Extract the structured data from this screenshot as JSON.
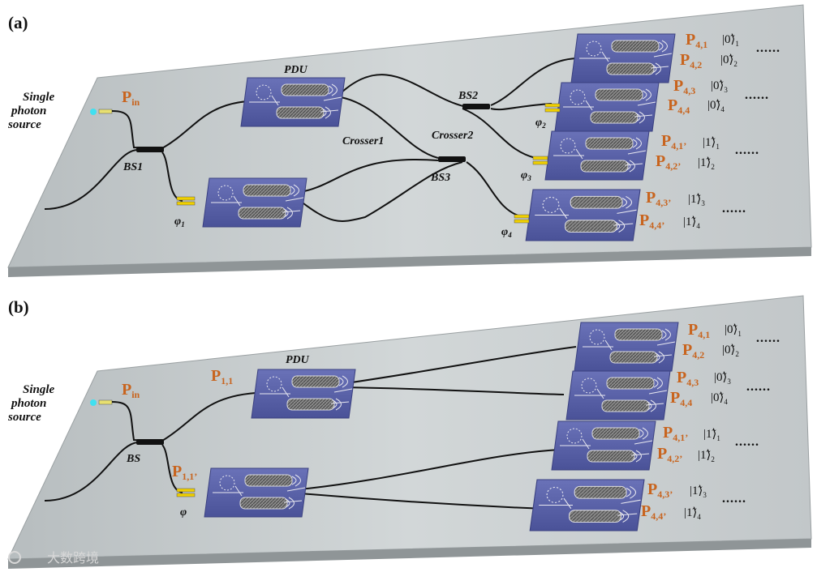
{
  "panel_a": {
    "label": "(a)",
    "source_line1": "Single",
    "source_line2": "photon",
    "source_line3": "source",
    "pin_main": "P",
    "pin_sub": "in",
    "pdu_label": "PDU",
    "bs1": "BS1",
    "bs2": "BS2",
    "bs3": "BS3",
    "crosser1": "Crosser1",
    "crosser2": "Crosser2",
    "phi1": "φ",
    "phi1_sub": "1",
    "phi2": "φ",
    "phi2_sub": "2",
    "phi3": "φ",
    "phi3_sub": "3",
    "phi4": "φ",
    "phi4_sub": "4",
    "outputs": [
      {
        "p": "P",
        "sub": "4,1",
        "ket": "|0̃⟩",
        "ket_sub": "1"
      },
      {
        "p": "P",
        "sub": "4,2",
        "ket": "|0̃⟩",
        "ket_sub": "2"
      },
      {
        "p": "P",
        "sub": "4,3",
        "ket": "|0̃⟩",
        "ket_sub": "3"
      },
      {
        "p": "P",
        "sub": "4,4",
        "ket": "|0̃⟩",
        "ket_sub": "4"
      },
      {
        "p": "P",
        "sub": "4,1’",
        "ket": "|1̃⟩",
        "ket_sub": "1"
      },
      {
        "p": "P",
        "sub": "4,2’",
        "ket": "|1̃⟩",
        "ket_sub": "2"
      },
      {
        "p": "P",
        "sub": "4,3’",
        "ket": "|1̃⟩",
        "ket_sub": "3"
      },
      {
        "p": "P",
        "sub": "4,4’",
        "ket": "|1̃⟩",
        "ket_sub": "4"
      }
    ],
    "dots": "......"
  },
  "panel_b": {
    "label": "(b)",
    "source_line1": "Single",
    "source_line2": "photon",
    "source_line3": "source",
    "pin_main": "P",
    "pin_sub": "in",
    "pdu_label": "PDU",
    "bs": "BS",
    "p11": "P",
    "p11_sub": "1,1",
    "p11p": "P",
    "p11p_sub": "1,1’",
    "phi": "φ",
    "outputs": [
      {
        "p": "P",
        "sub": "4,1",
        "ket": "|0̃⟩",
        "ket_sub": "1"
      },
      {
        "p": "P",
        "sub": "4,2",
        "ket": "|0̃⟩",
        "ket_sub": "2"
      },
      {
        "p": "P",
        "sub": "4,3",
        "ket": "|0̃⟩",
        "ket_sub": "3"
      },
      {
        "p": "P",
        "sub": "4,4",
        "ket": "|0̃⟩",
        "ket_sub": "4"
      },
      {
        "p": "P",
        "sub": "4,1’",
        "ket": "|1̃⟩",
        "ket_sub": "1"
      },
      {
        "p": "P",
        "sub": "4,2’",
        "ket": "|1̃⟩",
        "ket_sub": "2"
      },
      {
        "p": "P",
        "sub": "4,3’",
        "ket": "|1̃⟩",
        "ket_sub": "3"
      },
      {
        "p": "P",
        "sub": "4,4’",
        "ket": "|1̃⟩",
        "ket_sub": "4"
      }
    ],
    "dots": "......"
  },
  "watermark": "大数跨境",
  "colors": {
    "board": "#c9ced0",
    "chip": "#5560a8",
    "label_orange": "#c8641e",
    "phase_shifter": "#f0d000",
    "source": "#40e0f0"
  }
}
